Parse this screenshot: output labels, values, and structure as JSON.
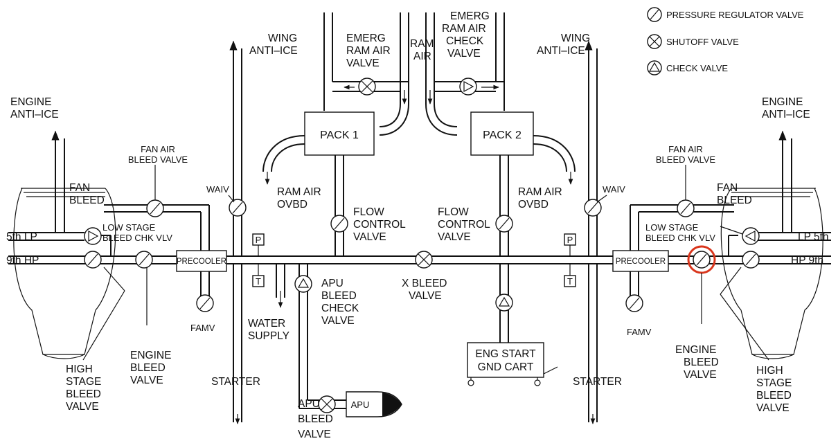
{
  "legend": {
    "pressure_regulator": "PRESSURE REGULATOR VALVE",
    "shutoff": "SHUTOFF VALVE",
    "check": "CHECK VALVE"
  },
  "labels": {
    "engine_anti_ice_left": [
      "ENGINE",
      "ANTI–ICE"
    ],
    "engine_anti_ice_right": [
      "ENGINE",
      "ANTI–ICE"
    ],
    "fan_bleed_left": [
      "FAN",
      "BLEED"
    ],
    "fan_bleed_right": [
      "FAN",
      "BLEED"
    ],
    "fan_air_bleed_valve_left": [
      "FAN AIR",
      "BLEED VALVE"
    ],
    "fan_air_bleed_valve_right": [
      "FAN AIR",
      "BLEED VALVE"
    ],
    "port_5th_lp_left": "5th LP",
    "port_9th_hp_left": "9th HP",
    "port_lp_5th_right": "LP 5th",
    "port_hp_9th_right": "HP 9th",
    "low_stage_left": [
      "LOW STAGE",
      "BLEED CHK VLV"
    ],
    "low_stage_right": [
      "LOW STAGE",
      "BLEED CHK VLV"
    ],
    "precooler_left": "PRECOOLER",
    "precooler_right": "PRECOOLER",
    "famv_left": "FAMV",
    "famv_right": "FAMV",
    "high_stage_left": [
      "HIGH",
      "STAGE",
      "BLEED",
      "VALVE"
    ],
    "high_stage_right": [
      "HIGH",
      "STAGE",
      "BLEED",
      "VALVE"
    ],
    "engine_bleed_left": [
      "ENGINE",
      "BLEED",
      "VALVE"
    ],
    "engine_bleed_right": [
      "ENGINE",
      "BLEED",
      "VALVE"
    ],
    "waiv_left": "WAIV",
    "waiv_right": "WAIV",
    "wing_anti_ice_left": [
      "WING",
      "ANTI–ICE"
    ],
    "wing_anti_ice_right": [
      "WING",
      "ANTI–ICE"
    ],
    "starter_left": "STARTER",
    "starter_right": "STARTER",
    "p_left": "P",
    "p_right": "P",
    "t_left": "T",
    "t_right": "T",
    "water_supply": [
      "WATER",
      "SUPPLY"
    ],
    "apu_bleed_check": [
      "APU",
      "BLEED",
      "CHECK",
      "VALVE"
    ],
    "apu": "APU",
    "apu_bleed_valve": [
      "APU",
      "BLEED",
      "VALVE"
    ],
    "x_bleed": [
      "X BLEED",
      "VALVE"
    ],
    "flow_control_left": [
      "FLOW",
      "CONTROL",
      "VALVE"
    ],
    "flow_control_right": [
      "FLOW",
      "CONTROL",
      "VALVE"
    ],
    "pack1": "PACK 1",
    "pack2": "PACK 2",
    "ram_air_ovbd_left": [
      "RAM AIR",
      "OVBD"
    ],
    "ram_air_ovbd_right": [
      "RAM AIR",
      "OVBD"
    ],
    "emerg_ram_air_valve": [
      "EMERG",
      "RAM AIR",
      "VALVE"
    ],
    "ram_air": [
      "RAM",
      "AIR"
    ],
    "emerg_ram_air_check_valve": [
      "EMERG",
      "RAM AIR",
      "CHECK",
      "VALVE"
    ],
    "eng_start_cart": [
      "ENG START",
      "GND CART"
    ]
  },
  "highlight_color": "#d9351c"
}
